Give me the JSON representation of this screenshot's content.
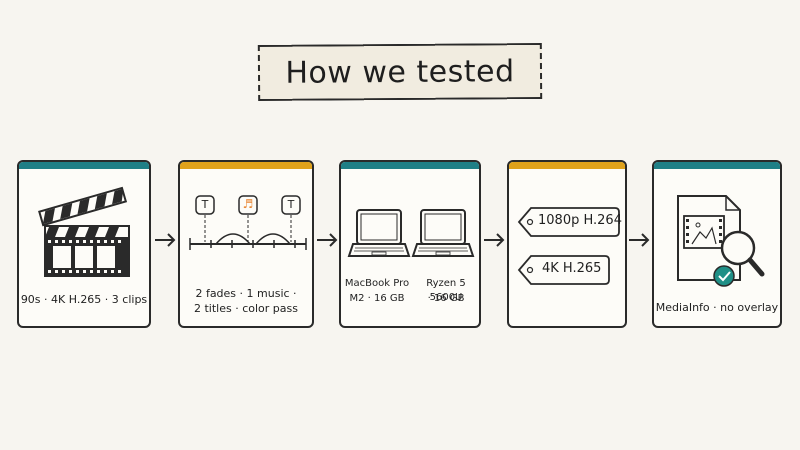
{
  "title": "How we tested",
  "colors": {
    "teal": "#1f7f86",
    "gold": "#e0a21b",
    "ink": "#2a2a2a",
    "music": "#e8842f",
    "check": "#1f8f86"
  },
  "steps": [
    {
      "name": "source",
      "bar_color": "teal",
      "icon": "clapperboard-icon",
      "label": "90s · 4K H.265 · 3 clips"
    },
    {
      "name": "timeline",
      "bar_color": "gold",
      "icon": "timeline-icon",
      "markers": [
        "T",
        "♬",
        "T"
      ],
      "label_line1": "2 fades · 1 music ·",
      "label_line2": "2 titles · color pass"
    },
    {
      "name": "machines",
      "bar_color": "teal",
      "icon": "laptop-icon",
      "machine1_line1": "MacBook Pro",
      "machine1_line2": "M2 · 16 GB",
      "machine2_line1": "Ryzen 5 5600U",
      "machine2_line2": "· 16 GB"
    },
    {
      "name": "exports",
      "bar_color": "gold",
      "icon": "tag-icon",
      "tags": [
        "1080p H.264",
        "4K H.265"
      ]
    },
    {
      "name": "verify",
      "bar_color": "teal",
      "icon": "file-inspect-icon",
      "label": "MediaInfo · no overlay"
    }
  ]
}
